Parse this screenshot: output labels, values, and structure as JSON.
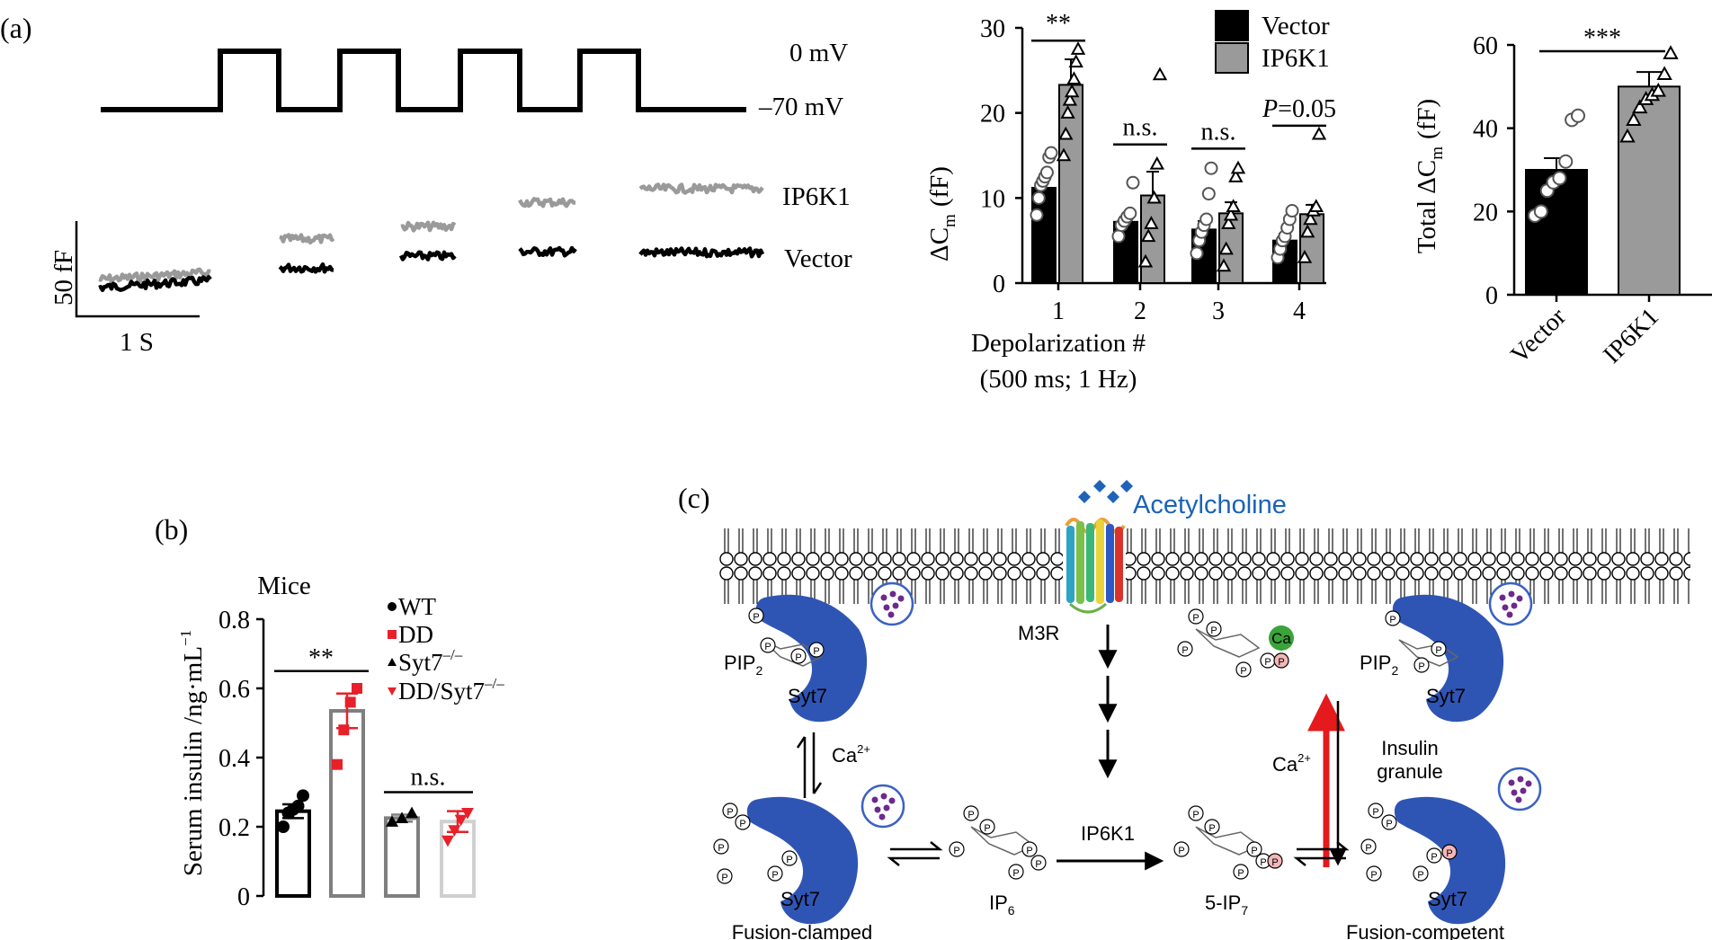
{
  "panel_a": {
    "label": "(a)",
    "protocol": {
      "v_high": "0 mV",
      "v_low": "–70 mV"
    },
    "traces": {
      "ip6k1_label": "IP6K1",
      "vector_label": "Vector"
    },
    "scalebar": {
      "y_label": "50 fF",
      "x_label": "1 S"
    }
  },
  "panel_b": {
    "label": "(b)"
  },
  "panel_c": {
    "label": "(c)",
    "acetylcholine": "Acetylcholine",
    "m3r": "M3R",
    "syt7": "Syt7",
    "pip2_main": "PIP",
    "pip2_sub": "2",
    "ca_symbol": "Ca",
    "ca2_main": "Ca",
    "ca2_sup": "2+",
    "ip6k1": "IP6K1",
    "ip6_main": "IP",
    "ip6_sub": "6",
    "ip7_main": "5-IP",
    "ip7_sub": "7",
    "fusion_clamped": "Fusion-clamped",
    "fusion_competent": "Fusion-competent",
    "insulin_line1": "Insulin",
    "insulin_line2": "granule",
    "p": "P"
  },
  "colors": {
    "vector": "#000000",
    "ip6k1": "#9a9a9a",
    "dd_red": "#e8202a",
    "wt_black": "#000000",
    "syt7_gray": "#7f7f7f",
    "dd_syt7_light": "#d0d0d0",
    "syt7_protein_blue": "#2f55b4",
    "granule_purple": "#6b2a8c",
    "acetylcholine_blue": "#1f62b8",
    "arrow_red": "#e41a1c",
    "ca_green": "#3aa33a"
  },
  "chart_data": [
    {
      "type": "bar",
      "ylabel_main": "ΔC",
      "ylabel_sub": "m",
      "ylabel_unit": "(fF)",
      "xlabel_line1": "Depolarization #",
      "xlabel_line2": "(500 ms; 1 Hz)",
      "categories": [
        "1",
        "2",
        "3",
        "4"
      ],
      "ylim": [
        0,
        30
      ],
      "yticks": [
        0,
        10,
        20,
        30
      ],
      "legend": "top-right",
      "series": [
        {
          "name": "Vector",
          "values": [
            11.2,
            7.2,
            6.3,
            5.0
          ],
          "errors": [
            1.2,
            0.6,
            1.0,
            0.8
          ],
          "points": [
            [
              8.0,
              10.0,
              11.5,
              12.0,
              12.5,
              13.0,
              14.8,
              15.3
            ],
            [
              5.5,
              6.8,
              7.3,
              7.8,
              8.2,
              11.8
            ],
            [
              3.5,
              5.0,
              6.0,
              6.8,
              7.5,
              10.5,
              13.5
            ],
            [
              3.0,
              4.0,
              5.0,
              5.5,
              6.5,
              7.5,
              8.5
            ]
          ]
        },
        {
          "name": "IP6K1",
          "values": [
            23.3,
            10.3,
            8.2,
            8.1
          ],
          "errors": [
            3.0,
            2.8,
            1.3,
            1.1
          ],
          "points": [
            [
              15.0,
              17.5,
              20.0,
              21.5,
              22.5,
              24.0,
              26.0,
              27.5
            ],
            [
              2.5,
              5.5,
              7.0,
              10.0,
              14.0,
              24.5
            ],
            [
              2.0,
              4.0,
              7.0,
              8.0,
              9.0,
              12.5,
              13.5
            ],
            [
              3.0,
              6.0,
              7.5,
              8.5,
              9.0,
              17.5
            ]
          ]
        }
      ],
      "annotations": [
        {
          "category": "1",
          "text": "**"
        },
        {
          "category": "2",
          "text": "n.s."
        },
        {
          "category": "3",
          "text": "n.s."
        },
        {
          "category": "4",
          "text_italic": "P",
          "text": "=0.05"
        }
      ]
    },
    {
      "type": "bar",
      "ylabel_main": "Total ΔC",
      "ylabel_sub": "m",
      "ylabel_unit": "(fF)",
      "categories": [
        "Vector",
        "IP6K1"
      ],
      "values": [
        30,
        50
      ],
      "errors": [
        2.8,
        3.5
      ],
      "ylim": [
        0,
        60
      ],
      "yticks": [
        0,
        20,
        40,
        60
      ],
      "points": [
        [
          19,
          20,
          25,
          27,
          28,
          32,
          42,
          43
        ],
        [
          38,
          42,
          45,
          47,
          48,
          49,
          53,
          58
        ]
      ],
      "annotation": "***"
    },
    {
      "type": "bar",
      "title": "Mice",
      "ylabel": "Serum insulin /ng·mL",
      "ylabel_sup": "−1",
      "ylim": [
        0,
        0.8
      ],
      "yticks": [
        "0",
        "0.2",
        "0.4",
        "0.6",
        "0.8"
      ],
      "yticks_values": [
        0,
        0.2,
        0.4,
        0.6,
        0.8
      ],
      "legend": "top-right",
      "series": [
        {
          "name": "WT",
          "value": 0.245,
          "error": 0.02,
          "points": [
            0.2,
            0.24,
            0.25,
            0.26,
            0.29
          ]
        },
        {
          "name": "DD",
          "value": 0.535,
          "error": 0.05,
          "points": [
            0.38,
            0.48,
            0.56,
            0.6
          ]
        },
        {
          "name": "Syt7",
          "name_sup": "–/–",
          "value": 0.225,
          "error": 0.01,
          "points": [
            0.215,
            0.225,
            0.24
          ]
        },
        {
          "name": "DD/Syt7",
          "name_sup": "–/–",
          "value": 0.215,
          "error": 0.03,
          "points": [
            0.16,
            0.19,
            0.22,
            0.24
          ]
        }
      ],
      "annotations": [
        {
          "between": [
            "WT",
            "DD"
          ],
          "text": "**"
        },
        {
          "between": [
            "Syt7",
            "DD/Syt7"
          ],
          "text": "n.s."
        }
      ]
    }
  ]
}
